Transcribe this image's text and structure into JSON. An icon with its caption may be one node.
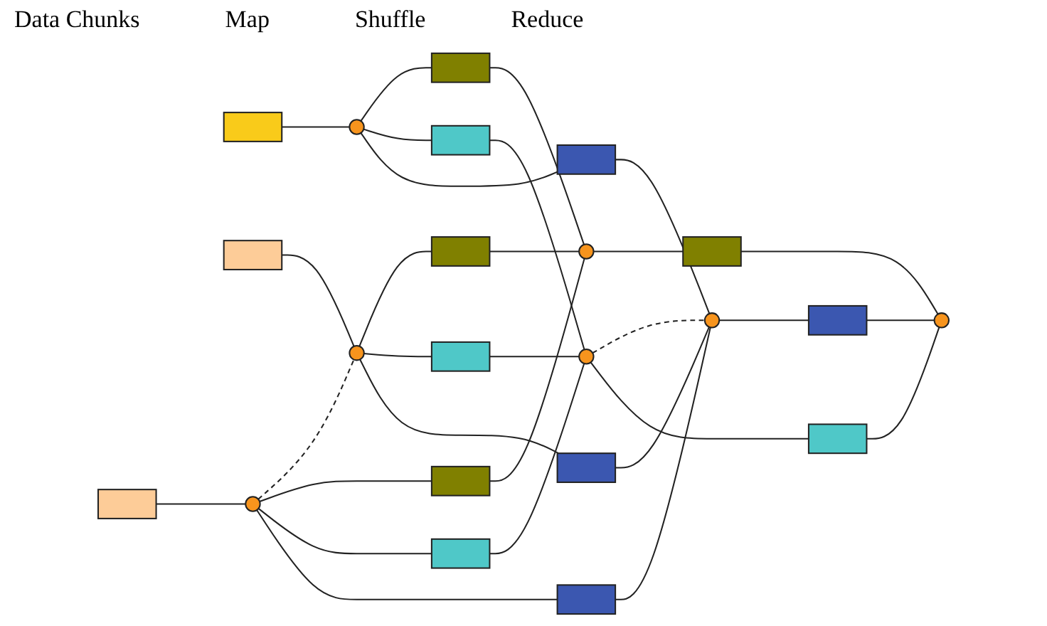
{
  "diagram": {
    "nodes": [
      {
        "text": [],
        "shape": "bar"
      },
      {
        "text": [],
        "shape": "bar"
      },
      {
        "text": [],
        "shape": "bar"
      },
      {
        "text": [],
        "shape": "circle"
      },
      {
        "text": [],
        "shape": "circle"
      },
      {
        "text": [],
        "shape": "circle"
      },
      {
        "text": [],
        "shape": "bar"
      },
      {
        "text": [],
        "shape": "bar"
      },
      {
        "text": [],
        "shape": "bar"
      },
      {
        "text": [],
        "shape": "bar"
      },
      {
        "text": [],
        "shape": "bar"
      },
      {
        "text": [],
        "shape": "bar"
      },
      {
        "text": [],
        "shape": "bar"
      },
      {
        "text": [],
        "shape": "bar"
      },
      {
        "text": [],
        "shape": "bar"
      },
      {
        "text": [],
        "shape": "circle"
      },
      {
        "text": [],
        "shape": "circle"
      },
      {
        "text": [],
        "shape": "circle"
      },
      {
        "text": [],
        "shape": "bar"
      },
      {
        "text": [],
        "shape": "bar"
      },
      {
        "text": [],
        "shape": "bar"
      },
      {
        "text": [],
        "shape": "circle"
      }
    ],
    "edges": [
      {
        "from": 0,
        "to": 3,
        "arrow": "none"
      },
      {
        "from": 1,
        "to": 4,
        "arrow": "none"
      },
      {
        "from": 2,
        "to": 5,
        "arrow": "none"
      },
      {
        "from": 4,
        "to": 5,
        "arrow": "none",
        "style": "dashed"
      },
      {
        "from": 3,
        "to": 6,
        "arrow": "none"
      },
      {
        "from": 3,
        "to": 7,
        "arrow": "none"
      },
      {
        "from": 3,
        "to": 8,
        "arrow": "none"
      },
      {
        "from": 4,
        "to": 9,
        "arrow": "none"
      },
      {
        "from": 4,
        "to": 10,
        "arrow": "none"
      },
      {
        "from": 4,
        "to": 11,
        "arrow": "none"
      },
      {
        "from": 5,
        "to": 12,
        "arrow": "none"
      },
      {
        "from": 5,
        "to": 13,
        "arrow": "none"
      },
      {
        "from": 5,
        "to": 14,
        "arrow": "none"
      },
      {
        "from": 6,
        "to": 15,
        "arrow": "none"
      },
      {
        "from": 7,
        "to": 16,
        "arrow": "none"
      },
      {
        "from": 8,
        "to": 17,
        "arrow": "none"
      },
      {
        "from": 9,
        "to": 15,
        "arrow": "none"
      },
      {
        "from": 10,
        "to": 16,
        "arrow": "none"
      },
      {
        "from": 11,
        "to": 17,
        "arrow": "none"
      },
      {
        "from": 12,
        "to": 15,
        "arrow": "none"
      },
      {
        "from": 13,
        "to": 16,
        "arrow": "none"
      },
      {
        "from": 14,
        "to": 17,
        "arrow": "none"
      },
      {
        "from": 16,
        "to": 17,
        "arrow": "none",
        "style": "dashed"
      },
      {
        "from": 15,
        "to": 18,
        "arrow": "none"
      },
      {
        "from": 16,
        "to": 19,
        "arrow": "none"
      },
      {
        "from": 17,
        "to": 20,
        "arrow": "none"
      },
      {
        "from": 18,
        "to": 21,
        "arrow": "none"
      },
      {
        "from": 19,
        "to": 21,
        "arrow": "none"
      },
      {
        "from": 20,
        "to": 21,
        "arrow": "none"
      }
    ],
    "labels": [
      "Data Chunks",
      "Map",
      "Shuffle",
      "Reduce"
    ]
  }
}
